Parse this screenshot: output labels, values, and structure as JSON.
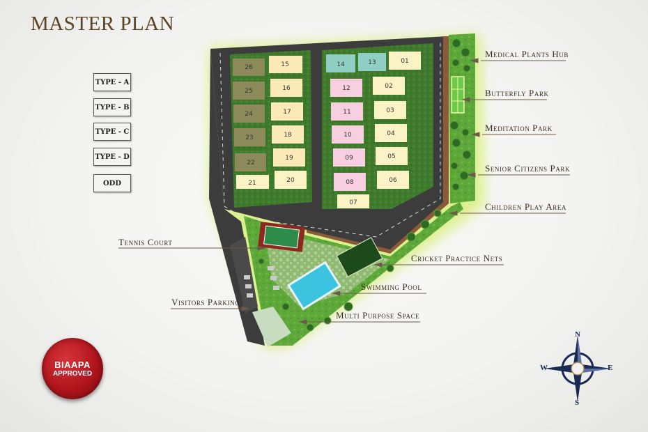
{
  "title": "MASTER PLAN",
  "legend": [
    {
      "label": "TYPE - A",
      "color": "#fce9b8"
    },
    {
      "label": "TYPE - B",
      "color": "#8c8a5a"
    },
    {
      "label": "TYPE - C",
      "color": "#f8cfe0"
    },
    {
      "label": "TYPE - D",
      "color": "#8fcfc4"
    },
    {
      "label": "ODD",
      "color": "#fbf3c6"
    }
  ],
  "plots_left_b": [
    "26",
    "25",
    "24",
    "23",
    "22"
  ],
  "plots_left_a": [
    "15",
    "16",
    "17",
    "18",
    "19",
    "20"
  ],
  "plot_21": "21",
  "plots_right_d": [
    "14",
    "13"
  ],
  "plots_right_c": [
    "12",
    "11",
    "10",
    "09",
    "08"
  ],
  "plots_right_a": [
    "01",
    "02",
    "03",
    "04",
    "05",
    "06"
  ],
  "plot_07": "07",
  "labels_right": {
    "medical": "Medical Plants Hub",
    "butterfly": "Butterfly Park",
    "meditation": "Meditation Park",
    "senior": "Senior Citizens Park",
    "children": "Children Play Area"
  },
  "labels_bottom": {
    "cricket": "Cricket Practice Nets",
    "pool": "Swimming Pool",
    "multi": "Multi Purpose Space"
  },
  "labels_left": {
    "tennis": "Tennis Court",
    "parking": "Visitors Parking"
  },
  "seal": {
    "line1": "BIAAPA",
    "line2": "APPROVED"
  },
  "compass": {
    "n": "N",
    "s": "S",
    "e": "E",
    "w": "W"
  }
}
